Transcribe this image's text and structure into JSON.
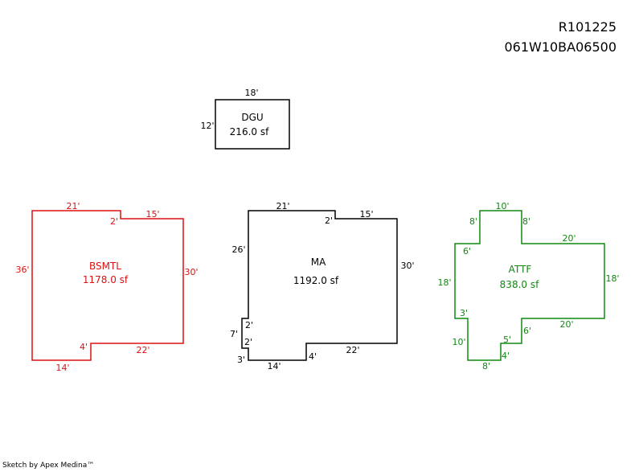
{
  "header": {
    "record_id": "R101225",
    "parcel_number": "061W10BA06500"
  },
  "footer": {
    "credit": "Sketch by Apex Medina™"
  },
  "colors": {
    "black": "#000000",
    "red": "#dd1111",
    "green": "#118811"
  },
  "areas": {
    "dgu": {
      "label": "DGU",
      "area": "216.0 sf",
      "dims": [
        "18'",
        "12'"
      ]
    },
    "bsmtl": {
      "label": "BSMTL",
      "area": "1178.0 sf",
      "dims": [
        "21'",
        "2'",
        "15'",
        "36'",
        "30'",
        "4'",
        "22'",
        "14'"
      ]
    },
    "ma": {
      "label": "MA",
      "area": "1192.0 sf",
      "dims": [
        "21'",
        "2'",
        "15'",
        "26'",
        "30'",
        "2'",
        "7'",
        "2'",
        "22'",
        "3'",
        "14'",
        "4'"
      ]
    },
    "attf": {
      "label": "ATTF",
      "area": "838.0 sf",
      "dims": [
        "10'",
        "8'",
        "8'",
        "20'",
        "6'",
        "18'",
        "18'",
        "3'",
        "20'",
        "6'",
        "5'",
        "10'",
        "4'",
        "8'"
      ]
    }
  }
}
